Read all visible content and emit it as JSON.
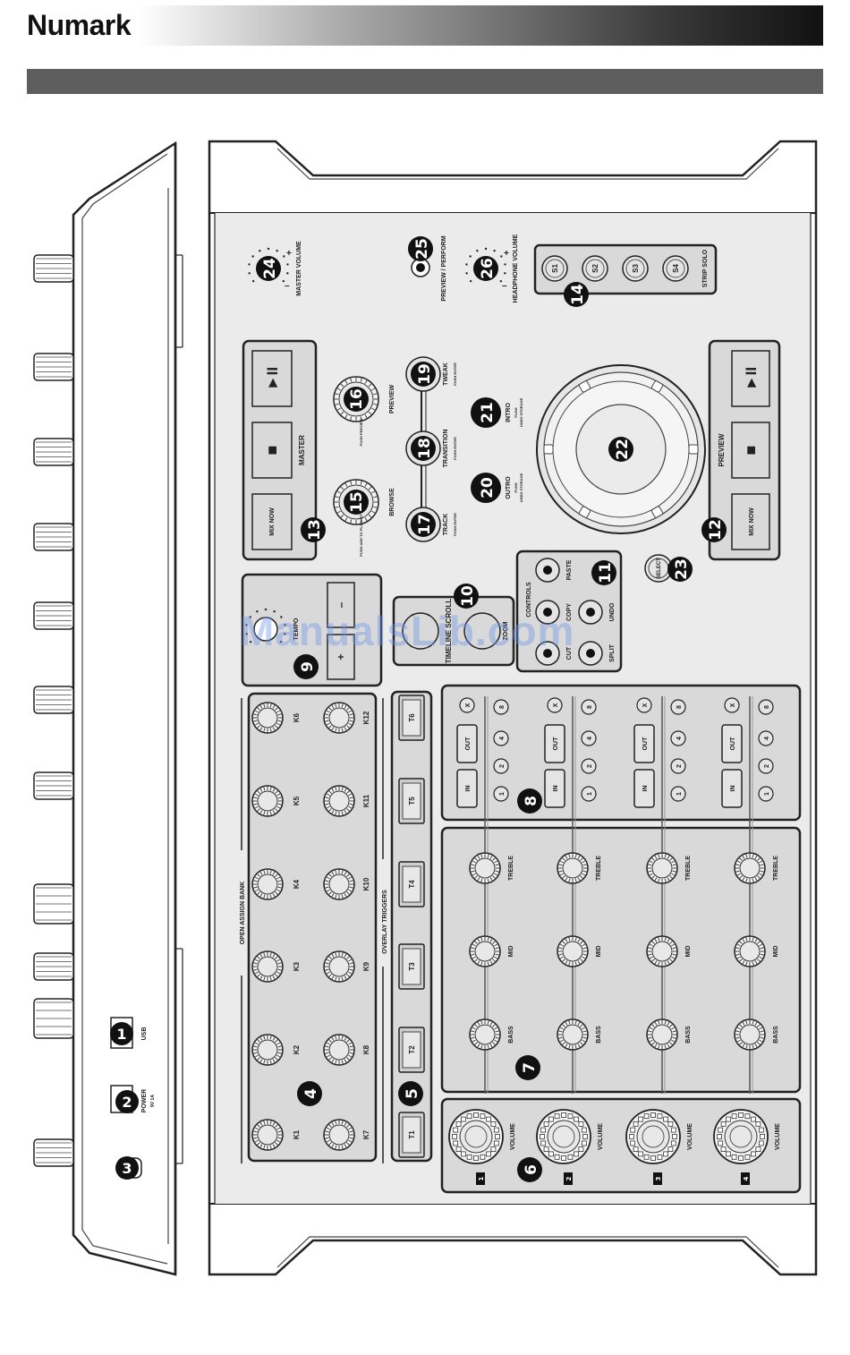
{
  "header": {
    "brand": "Numark"
  },
  "watermark": "ManualsLib.com",
  "side_panel": {
    "usb_label": "USB",
    "power_label": "POWER",
    "power_sub": "9V 1A",
    "numbers": {
      "usb": "1",
      "power": "2",
      "lock": "3"
    }
  },
  "top": {
    "master_volume": "MASTER VOLUME",
    "preview_perform": "PREVIEW / PERFORM",
    "headphone_volume": "HEADPHONE VOLUME",
    "strip_solo": "STRIP SOLO",
    "solo_buttons": [
      "S1",
      "S2",
      "S3",
      "S4"
    ],
    "plus": "+",
    "minus": "–",
    "numbers": {
      "master_volume": "24",
      "preview_perform": "25",
      "headphone_volume": "26",
      "strip_solo": "14"
    }
  },
  "master_transport": {
    "title": "MASTER",
    "mix_now": "MIX NOW",
    "play_pause_icon": "►II",
    "stop_icon": "■",
    "number": "13"
  },
  "preview_transport": {
    "title": "PREVIEW",
    "mix_now": "MIX NOW",
    "play_pause_icon": "►II",
    "stop_icon": "■",
    "number": "12"
  },
  "browse": {
    "preview_label": "PREVIEW",
    "browse_label": "BROWSE",
    "push_preview": "PUSH PREVIEW",
    "push_add": "PUSH ADD TO PLAYLIST",
    "numbers": {
      "preview": "16",
      "browse": "15"
    }
  },
  "tweak_group": {
    "tweak": "TWEAK",
    "transition": "TRANSITION",
    "track": "TRACK",
    "push_enter": "PUSH ENTER",
    "numbers": {
      "tweak": "19",
      "transition": "18",
      "track": "17"
    }
  },
  "intro_outro": {
    "intro": "INTRO",
    "outro": "OUTRO",
    "push_sub": "PUSH",
    "undo_sub": "UNDO STORAGE",
    "numbers": {
      "intro": "21",
      "outro": "20"
    }
  },
  "jog": {
    "number": "22"
  },
  "select": {
    "label": "SELECT",
    "number": "23"
  },
  "tempo": {
    "label": "TEMPO",
    "plus": "+",
    "minus": "–",
    "number": "9"
  },
  "timeline": {
    "label": "TIMELINE SCROLL",
    "zoom": "ZOOM",
    "number": "10"
  },
  "edit_controls": {
    "title": "CONTROLS",
    "buttons": [
      "CUT",
      "COPY",
      "PASTE",
      "SPLIT",
      "UNDO"
    ],
    "number": "11"
  },
  "open_assign": {
    "title": "OPEN ASSIGN BANK",
    "knobs_top": [
      "K6",
      "K5",
      "K4",
      "K3",
      "K2",
      "K1"
    ],
    "knobs_bottom": [
      "K12",
      "K11",
      "K10",
      "K9",
      "K8",
      "K7"
    ],
    "number": "4"
  },
  "overlay": {
    "title": "OVERLAY TRIGGERS",
    "buttons": [
      "T6",
      "T5",
      "T4",
      "T3",
      "T2",
      "T1"
    ],
    "number": "5"
  },
  "loop_section": {
    "in_label": "IN",
    "out_label": "OUT",
    "x_label": "X",
    "loop_values": [
      "1",
      "2",
      "4",
      "8"
    ],
    "number": "8"
  },
  "eq_section": {
    "treble": "TREBLE",
    "mid": "MID",
    "bass": "BASS",
    "number": "7"
  },
  "volume_section": {
    "label": "VOLUME",
    "channels": [
      "1",
      "2",
      "3",
      "4"
    ],
    "number": "6"
  }
}
